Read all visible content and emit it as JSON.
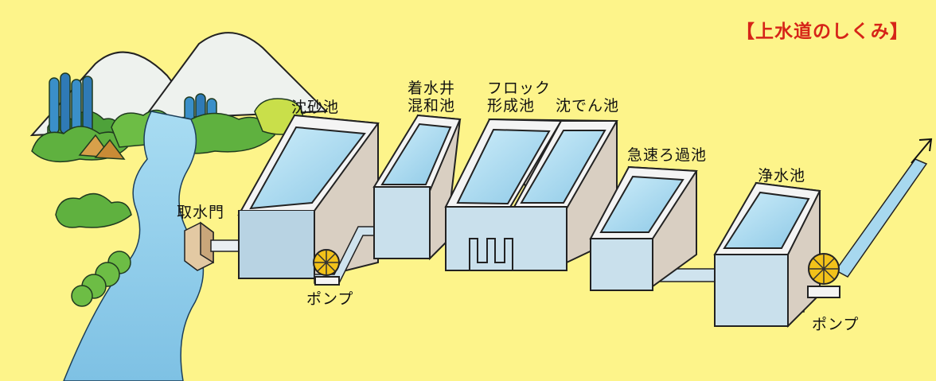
{
  "title": "【上水道のしくみ】",
  "labels": {
    "intake_gate": "取水門",
    "grit_basin": "沈砂池",
    "receiving_well_l1": "着水井",
    "receiving_well_l2": "混和池",
    "floc_l1": "フロック",
    "floc_l2": "形成池",
    "sedimentation": "沈でん池",
    "rapid_filter": "急速ろ過池",
    "clear_water": "浄水池",
    "pump_1": "ポンプ",
    "pump_2": "ポンプ"
  },
  "colors": {
    "background": "#fdf48a",
    "title": "#d62418",
    "water": "#a7d8ef",
    "tank_side": "#d9cfc2",
    "tank_front": "#cfe3ee",
    "pump": "#f2c21a",
    "tree": "#5fb13f",
    "mountain": "#e6ece6"
  }
}
